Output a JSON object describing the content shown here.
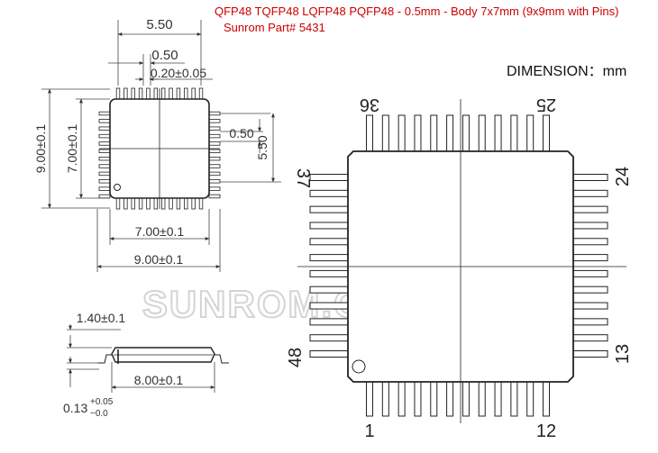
{
  "header": {
    "title": "QFP48 TQFP48 LQFP48 PQFP48 - 0.5mm - Body 7x7mm (9x9mm with Pins)",
    "part_number": "Sunrom Part# 5431",
    "unit_label": "DIMENSION：mm",
    "accent_color": "#cc0000",
    "part_color": "#cc0000"
  },
  "top_view": {
    "dim_pin_span": "5.50",
    "dim_pitch": "0.50",
    "dim_lead_width": "0.20±0.05",
    "dim_pitch_right": "0.50",
    "dim_span_right": "5.50",
    "dim_total_left": "9.00±0.1",
    "dim_body_left": "7.00±0.1",
    "dim_body_bottom": "7.00±0.1",
    "dim_total_bottom": "9.00±0.1"
  },
  "side_view": {
    "dim_height": "1.40±0.1",
    "dim_length": "8.00±0.1",
    "dim_standoff_base": "0.13",
    "dim_standoff_plus": "+0.05",
    "dim_standoff_minus": "−0.0"
  },
  "large_view": {
    "pin_36": "36",
    "pin_25": "25",
    "pin_37": "37",
    "pin_24": "24",
    "pin_48": "48",
    "pin_13": "13",
    "pin_1": "1",
    "pin_12": "12"
  },
  "watermark": "SUNROM.COM"
}
